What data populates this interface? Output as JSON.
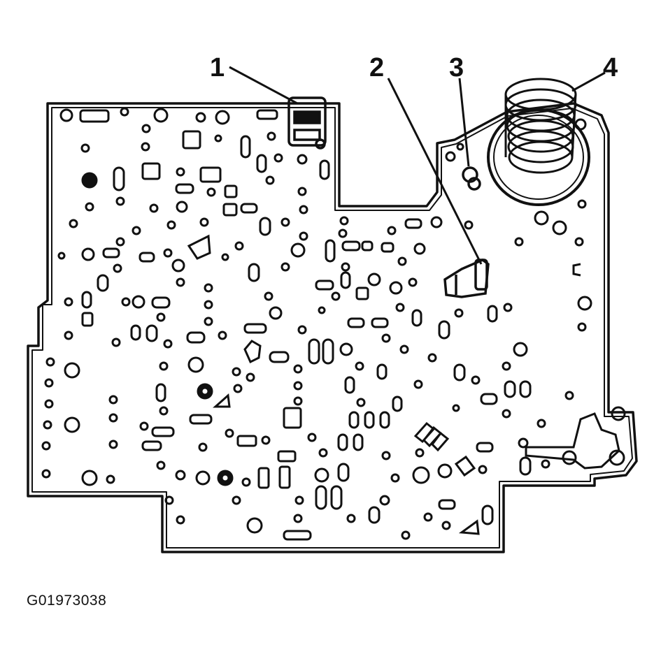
{
  "callouts": {
    "c1": "1",
    "c2": "2",
    "c3": "3",
    "c4": "4"
  },
  "figure_id": "G01973038",
  "colors": {
    "ink": "#111111",
    "paper": "#ffffff"
  },
  "parts": [
    "plate-outline",
    "plate-inner-outline",
    "spring",
    "o-ring",
    "check-ball",
    "valve-clip",
    "filter-screen"
  ]
}
